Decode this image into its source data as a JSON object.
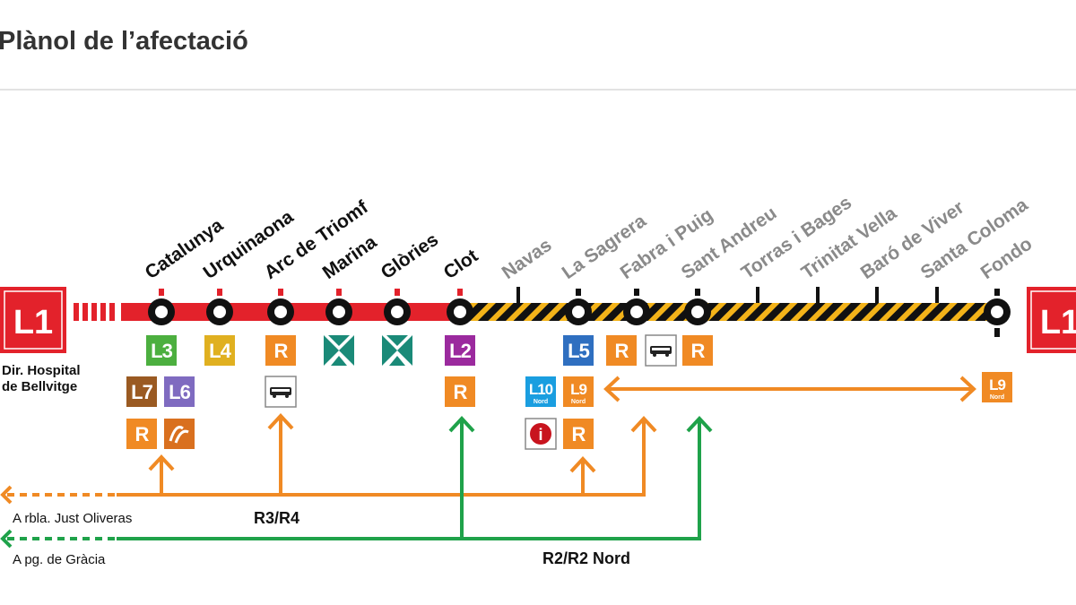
{
  "title": "Plànol de l’afectació",
  "line": {
    "name": "L1",
    "color": "#e3222b",
    "direction_left": [
      "Dir. Hospital",
      "de Bellvitge"
    ]
  },
  "colors": {
    "orange": "#f08a24",
    "green": "#1fa24a",
    "hazard_yellow": "#f3b319",
    "teal": "#1a8a78"
  },
  "stations": [
    {
      "name": "Catalunya",
      "status": "open"
    },
    {
      "name": "Urquinaona",
      "status": "open"
    },
    {
      "name": "Arc de Triomf",
      "status": "open"
    },
    {
      "name": "Marina",
      "status": "open"
    },
    {
      "name": "Glòries",
      "status": "open"
    },
    {
      "name": "Clot",
      "status": "open"
    },
    {
      "name": "Navas",
      "status": "closed"
    },
    {
      "name": "La Sagrera",
      "status": "closed"
    },
    {
      "name": "Fabra i Puig",
      "status": "closed"
    },
    {
      "name": "Sant Andreu",
      "status": "closed"
    },
    {
      "name": "Torras i Bages",
      "status": "closed"
    },
    {
      "name": "Trinitat Vella",
      "status": "closed"
    },
    {
      "name": "Baró de Viver",
      "status": "closed"
    },
    {
      "name": "Santa Coloma",
      "status": "closed"
    },
    {
      "name": "Fondo",
      "status": "closed"
    }
  ],
  "connections": [
    {
      "station": "Catalunya",
      "label": "L3",
      "color": "#4caf3f"
    },
    {
      "station": "Urquinaona",
      "label": "L4",
      "color": "#e0b020"
    },
    {
      "station": "Arc de Triomf",
      "label": "R",
      "color": "#f08a24"
    },
    {
      "station": "Arc de Triomf",
      "label": "bus-icon",
      "color": "#ffffff"
    },
    {
      "station": "Marina",
      "label": "tram-icon",
      "color": "#1a8a78"
    },
    {
      "station": "Glòries",
      "label": "tram-icon",
      "color": "#1a8a78"
    },
    {
      "station": "Catalunya",
      "label": "L7",
      "color": "#9a5a22"
    },
    {
      "station": "Catalunya",
      "label": "L6",
      "color": "#7f6bc0"
    },
    {
      "station": "Catalunya",
      "label": "R",
      "color": "#f08a24"
    },
    {
      "station": "Catalunya",
      "label": "fgc-icon",
      "color": "#d9701f"
    },
    {
      "station": "Clot",
      "label": "L2",
      "color": "#9b2a9e"
    },
    {
      "station": "Clot",
      "label": "R",
      "color": "#f08a24"
    },
    {
      "station": "La Sagrera",
      "label": "L5",
      "color": "#2f6fc0"
    },
    {
      "station": "La Sagrera",
      "label": "L10",
      "sub": "Nord",
      "color": "#1a9ee0"
    },
    {
      "station": "La Sagrera",
      "label": "L9",
      "sub": "Nord",
      "color": "#f08a24"
    },
    {
      "station": "La Sagrera",
      "label": "info-icon",
      "color": "#ffffff"
    },
    {
      "station": "La Sagrera",
      "label": "R",
      "color": "#f08a24"
    },
    {
      "station": "Fabra i Puig",
      "label": "R",
      "color": "#f08a24"
    },
    {
      "station": "Fabra i Puig",
      "label": "bus-icon",
      "color": "#ffffff"
    },
    {
      "station": "Sant Andreu",
      "label": "R",
      "color": "#f08a24"
    },
    {
      "station": "Fondo",
      "label": "L9",
      "sub": "Nord",
      "color": "#f08a24"
    }
  ],
  "routes": {
    "r3r4": {
      "name": "R3/R4",
      "destination": "A rbla. Just Oliveras"
    },
    "r2": {
      "name": "R2/R2 Nord",
      "destination": "A pg. de Gràcia"
    }
  }
}
